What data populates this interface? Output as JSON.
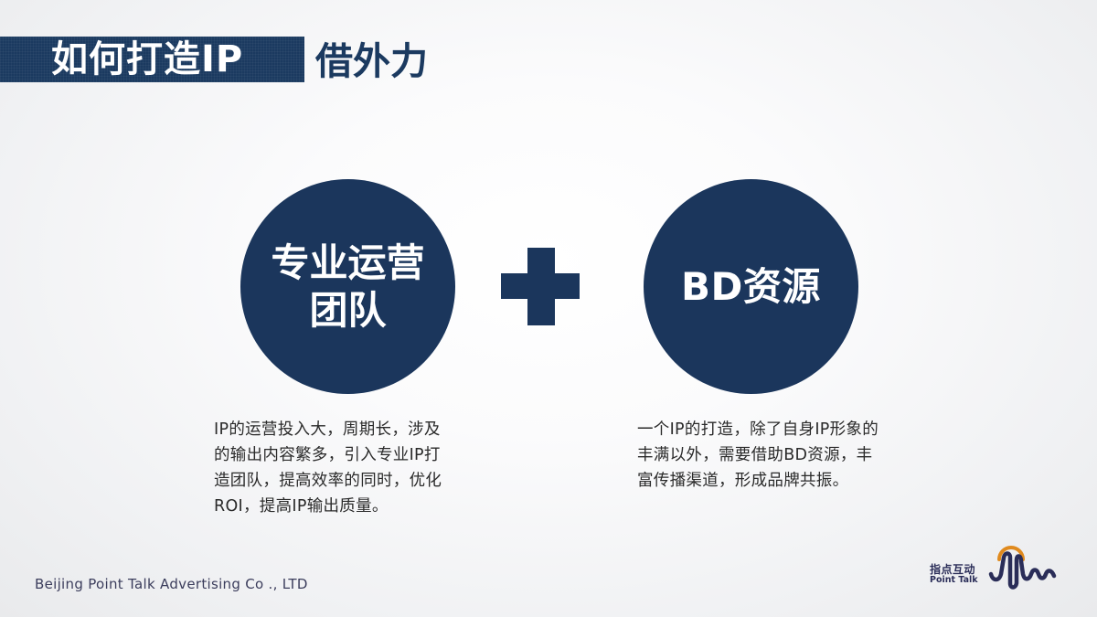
{
  "header": {
    "title_main": "如何打造IP",
    "title_sub": "借外力"
  },
  "colors": {
    "primary_navy": "#1b365c",
    "logo_navy": "#2a2d58",
    "logo_orange": "#e08a1e",
    "background": "#f3f4f6",
    "text": "#2a2a2a"
  },
  "left_item": {
    "circle_line1": "专业运营",
    "circle_line2": "团队",
    "description_lines": [
      "IP的运营投入大，周期长，涉及",
      "的输出内容繁多，引入专业IP打",
      "造团队，提高效率的同时，优化",
      "ROI，提高IP输出质量。"
    ]
  },
  "operator": {
    "symbol": "plus-icon"
  },
  "right_item": {
    "circle_label": "BD资源",
    "description_lines": [
      "一个IP的打造，除了自身IP形象的",
      "丰满以外，需要借助BD资源，丰",
      "富传播渠道，形成品牌共振。"
    ]
  },
  "footer": {
    "company": "Beijing Point Talk Advertising Co ., LTD",
    "logo_cn": "指点互动",
    "logo_en": "Point Talk"
  }
}
